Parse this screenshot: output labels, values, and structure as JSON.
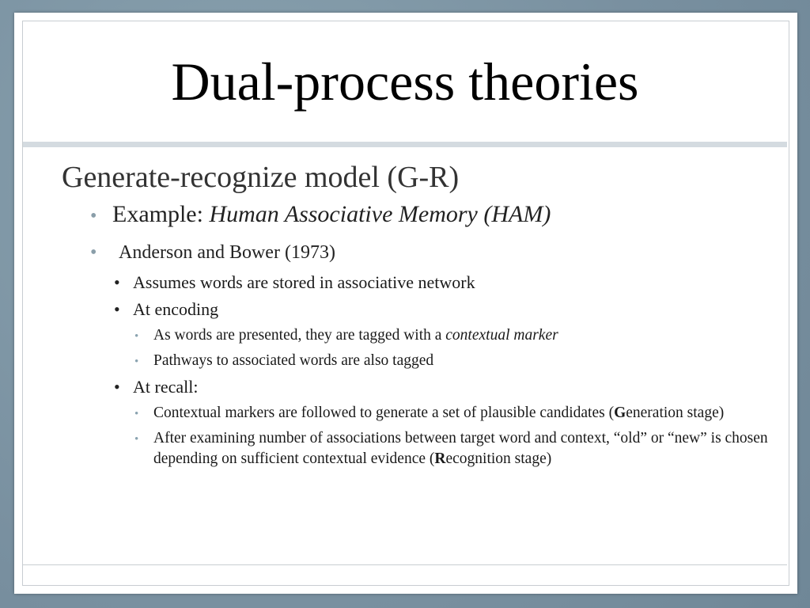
{
  "slide": {
    "title": "Dual-process theories",
    "heading": "Generate-recognize model (G-R)",
    "bullet_char": "•",
    "example": {
      "label": "Example: ",
      "name": "Human Associative Memory (HAM)"
    },
    "anderson": "Anderson and Bower (1973)",
    "assumes": "Assumes words are stored in associative network",
    "encoding": {
      "label": "At encoding",
      "item1_pre": "As words are presented, they are tagged with a ",
      "item1_italic": "contextual marker",
      "item2": "Pathways to associated words are also tagged"
    },
    "recall": {
      "label": "At recall:",
      "gen_pre": "Contextual markers are followed to generate a set of plausible candidates (",
      "gen_bold": "G",
      "gen_post": "eneration stage)",
      "rec_pre": "After examining number of associations between target word and context, “old” or “new” is chosen depending on sufficient contextual evidence (",
      "rec_bold": "R",
      "rec_post": "ecognition stage)"
    }
  }
}
